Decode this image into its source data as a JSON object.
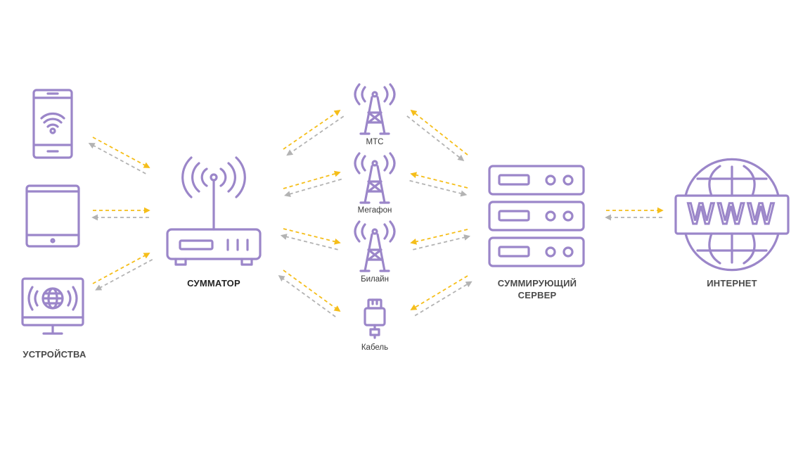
{
  "nodes": {
    "devices": {
      "label": "УСТРОЙСТВА"
    },
    "aggregator": {
      "label": "СУММАТОР"
    },
    "carriers": [
      {
        "label": "МТС"
      },
      {
        "label": "Мегафон"
      },
      {
        "label": "Билайн"
      },
      {
        "label": "Кабель"
      }
    ],
    "server": {
      "label_line1": "СУММИРУЮЩИЙ",
      "label_line2": "СЕРВЕР"
    },
    "internet": {
      "label": "ИНТЕРНЕТ",
      "screen_text": "WWW"
    }
  },
  "colors": {
    "icon": "#9b86c9",
    "arrow_up": "#f5be1a",
    "arrow_down": "#b3b3b3",
    "text": "#3a3a3a"
  },
  "icons": [
    "smartphone-wifi-icon",
    "tablet-icon",
    "monitor-globe-icon",
    "router-icon",
    "cell-tower-icon",
    "ethernet-plug-icon",
    "server-rack-icon",
    "globe-www-icon"
  ]
}
